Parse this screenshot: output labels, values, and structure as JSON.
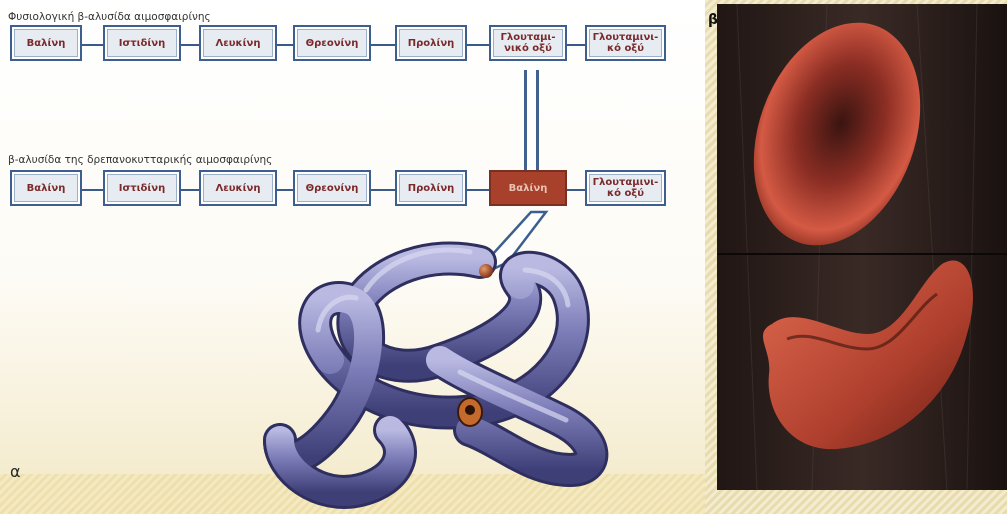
{
  "normal_chain": {
    "title": "Φυσιολογική β-αλυσίδα αιμοσφαιρίνης",
    "residues": [
      "Βαλίνη",
      "Ιστιδίνη",
      "Λευκίνη",
      "Θρεονίνη",
      "Προλίνη",
      "Γλουταμι-\nνικό οξύ",
      "Γλουταμινι-\nκό οξύ"
    ]
  },
  "sickle_chain": {
    "title": "β-αλυσίδα της δρεπανοκυτταρικής αιμοσφαιρίνης",
    "residues": [
      "Βαλίνη",
      "Ιστιδίνη",
      "Λευκίνη",
      "Θρεονίνη",
      "Προλίνη",
      "Βαλίνη",
      "Γλουταμινι-\nκό οξύ"
    ],
    "mutated_index": 5
  },
  "panel_labels": {
    "a": "α",
    "b": "β"
  },
  "colors": {
    "box_border": "#3d5f8f",
    "residue_text": "#7b2a2a",
    "mutation": "#a8412c",
    "protein": "#7c7cb8",
    "cell_red": "#c84a3c"
  },
  "icons": {
    "protein": "folded-protein-ribbon-icon",
    "normal_cell": "normal-red-blood-cell-icon",
    "sickle_cell": "sickle-red-blood-cell-icon"
  }
}
